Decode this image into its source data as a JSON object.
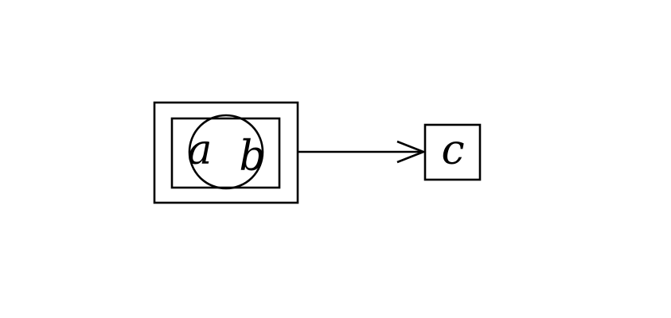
{
  "diagram": {
    "nodes": [
      {
        "id": "a",
        "label": "a"
      },
      {
        "id": "b",
        "label": "b"
      },
      {
        "id": "c",
        "label": "c"
      }
    ],
    "edges": [
      {
        "from": "group-ab",
        "to": "c",
        "arrow": "open"
      }
    ],
    "colors": {
      "stroke": "#000000",
      "background": "#ffffff"
    }
  }
}
